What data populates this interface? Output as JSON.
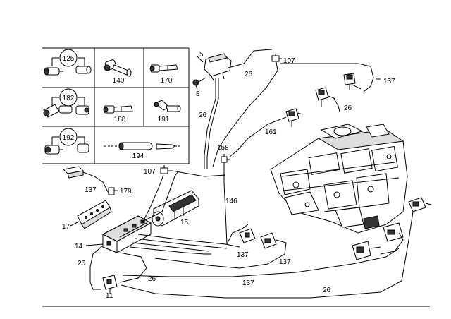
{
  "callout_circles": [
    "125",
    "182",
    "192"
  ],
  "inset_labels": [
    "140",
    "170",
    "188",
    "191",
    "194"
  ],
  "part_labels": {
    "p5": "5",
    "p8": "8",
    "p26a": "26",
    "p107a": "107",
    "p137a": "137",
    "p26b": "26",
    "p26c": "26",
    "p161": "161",
    "p158": "158",
    "p107b": "107",
    "p137b": "137",
    "p179": "179",
    "p146": "146",
    "p15": "15",
    "p17": "17",
    "p14": "14",
    "p137c": "137",
    "p137d": "137",
    "p26d": "26",
    "p26e": "26",
    "p137e": "137",
    "p26f": "26",
    "p11": "11"
  }
}
